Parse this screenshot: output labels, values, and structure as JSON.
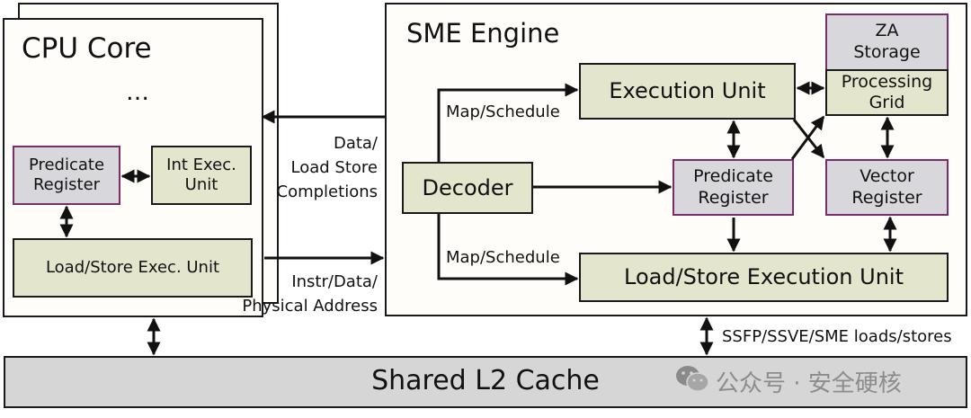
{
  "cpu": {
    "title": "CPU Core",
    "ellipsis": "…",
    "predicate_line1": "Predicate",
    "predicate_line2": "Register",
    "int_line1": "Int Exec.",
    "int_line2": "Unit",
    "ls_unit": "Load/Store Exec. Unit"
  },
  "links": {
    "data_line1": "Data/",
    "data_line2": "Load Store",
    "data_line3": "Completions",
    "instr_line1": "Instr/Data/",
    "instr_line2": "Physical Address",
    "ssfp": "SSFP/SSVE/SME loads/stores"
  },
  "sme": {
    "title": "SME Engine",
    "decoder": "Decoder",
    "exec_unit": "Execution Unit",
    "map_top": "Map/Schedule",
    "map_bottom": "Map/Schedule",
    "za_line1": "ZA",
    "za_line2": "Storage",
    "grid_line1": "Processing",
    "grid_line2": "Grid",
    "pred_line1": "Predicate",
    "pred_line2": "Register",
    "vec_line1": "Vector",
    "vec_line2": "Register",
    "ls_exec": "Load/Store Execution Unit"
  },
  "l2": {
    "label": "Shared L2 Cache"
  },
  "watermark": {
    "text": "公众号 · 安全硬核",
    "icon": "wechat-icon"
  },
  "colors": {
    "unit_fill": "#e3e6cc",
    "register_fill": "#d8d7dc",
    "register_border": "#7b2d6b",
    "cache_fill": "#d6d6d6"
  }
}
